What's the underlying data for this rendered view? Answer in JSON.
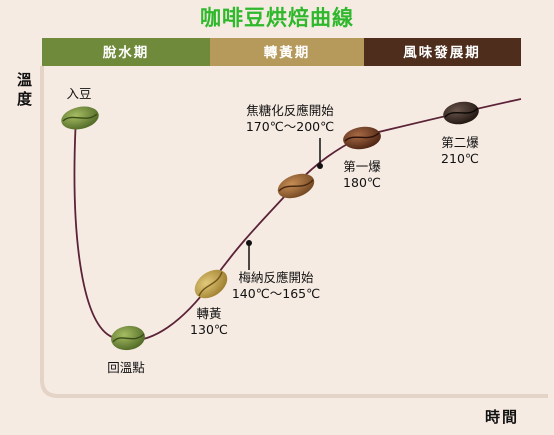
{
  "title": "咖啡豆烘焙曲線",
  "axes": {
    "y_label": "溫度",
    "x_label": "時間"
  },
  "phases": [
    {
      "label": "脫水期",
      "color": "#6f8a3b"
    },
    {
      "label": "轉黃期",
      "color": "#b69a5c"
    },
    {
      "label": "風味發展期",
      "color": "#4e2d1c"
    }
  ],
  "stages": [
    {
      "label": "入豆",
      "temp": ""
    },
    {
      "label": "回溫點",
      "temp": ""
    },
    {
      "label": "轉黃",
      "temp": "130℃"
    },
    {
      "label": "第一爆",
      "temp": "180℃"
    },
    {
      "label": "第二爆",
      "temp": "210℃"
    }
  ],
  "reactions": [
    {
      "label": "梅納反應開始",
      "range": "140℃～165℃"
    },
    {
      "label": "焦糖化反應開始",
      "range": "170℃～200℃"
    }
  ],
  "colors": {
    "curve": "#5a2337",
    "bean_green": "#5e7a2e",
    "bean_yellow": "#b8993f",
    "bean_brown": "#8a5a2e",
    "bean_dark": "#5a2e1a",
    "bean_black": "#2b1a14"
  }
}
